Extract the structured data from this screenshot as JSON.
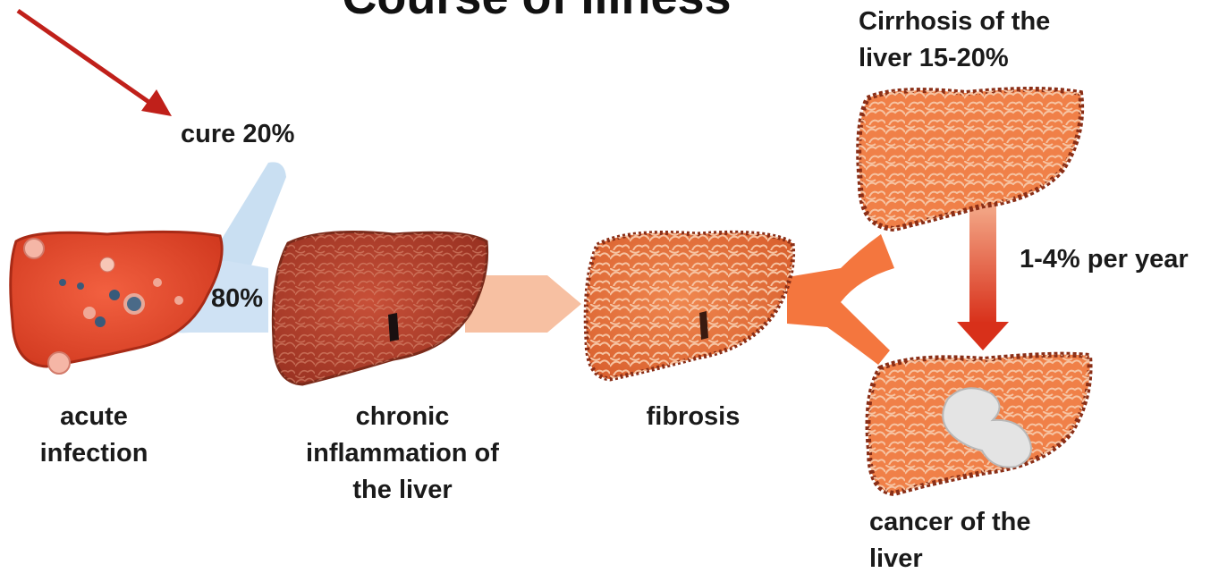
{
  "title": "Course of Illness",
  "stages": {
    "acute": "acute\ninfection",
    "chronic": "chronic\ninflammation of\nthe liver",
    "fibrosis": "fibrosis",
    "cirrhosis": "Cirrhosis of the\nliver 15-20%",
    "cancer": "cancer of the\nliver"
  },
  "rates": {
    "cure": "cure 20%",
    "chronic_pct": "80%",
    "per_year": "1-4% per year"
  },
  "colors": {
    "liver_acute": "#e8442a",
    "liver_chronic": "#b8442a",
    "liver_fibrosis": "#e8703a",
    "liver_cirrhosis": "#f07a3e",
    "blue_arrow": "#c7dff2",
    "peach_arrow": "#f7b896",
    "red_arrow": "#cc2a12",
    "pointer_arrow": "#c0201a"
  }
}
